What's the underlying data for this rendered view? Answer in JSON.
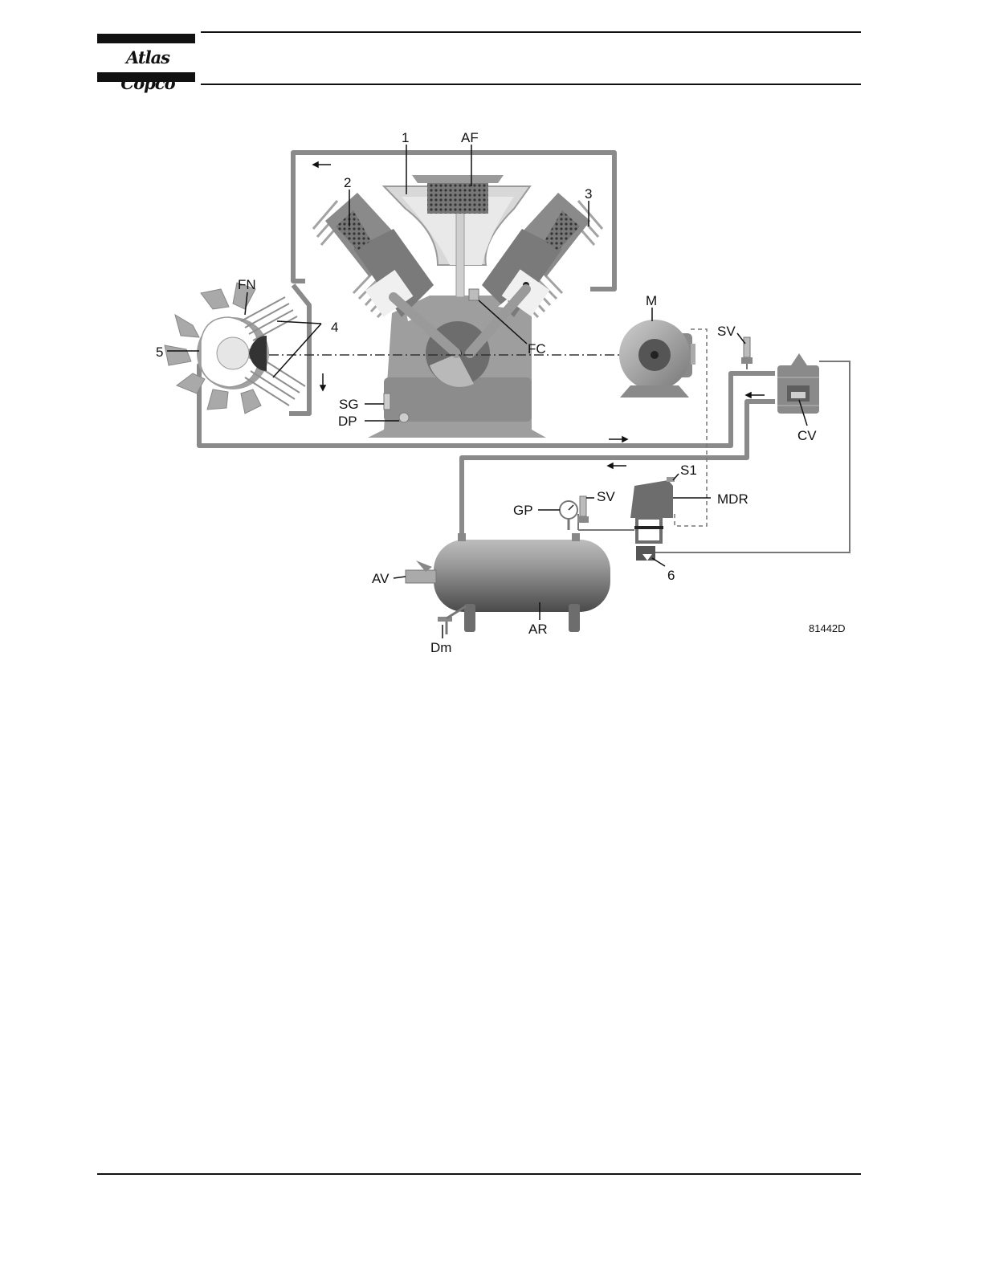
{
  "header": {
    "brand": "Atlas Copco"
  },
  "diagram": {
    "figure_id": "81442D",
    "labels": {
      "one": "1",
      "af": "AF",
      "two": "2",
      "three": "3",
      "fn": "FN",
      "four": "4",
      "five": "5",
      "fc": "FC",
      "m": "M",
      "sv_top": "SV",
      "sg": "SG",
      "dp": "DP",
      "cv": "CV",
      "s1": "S1",
      "gp": "GP",
      "sv_bottom": "SV",
      "mdr": "MDR",
      "av": "AV",
      "six": "6",
      "dm": "Dm",
      "ar": "AR"
    }
  }
}
